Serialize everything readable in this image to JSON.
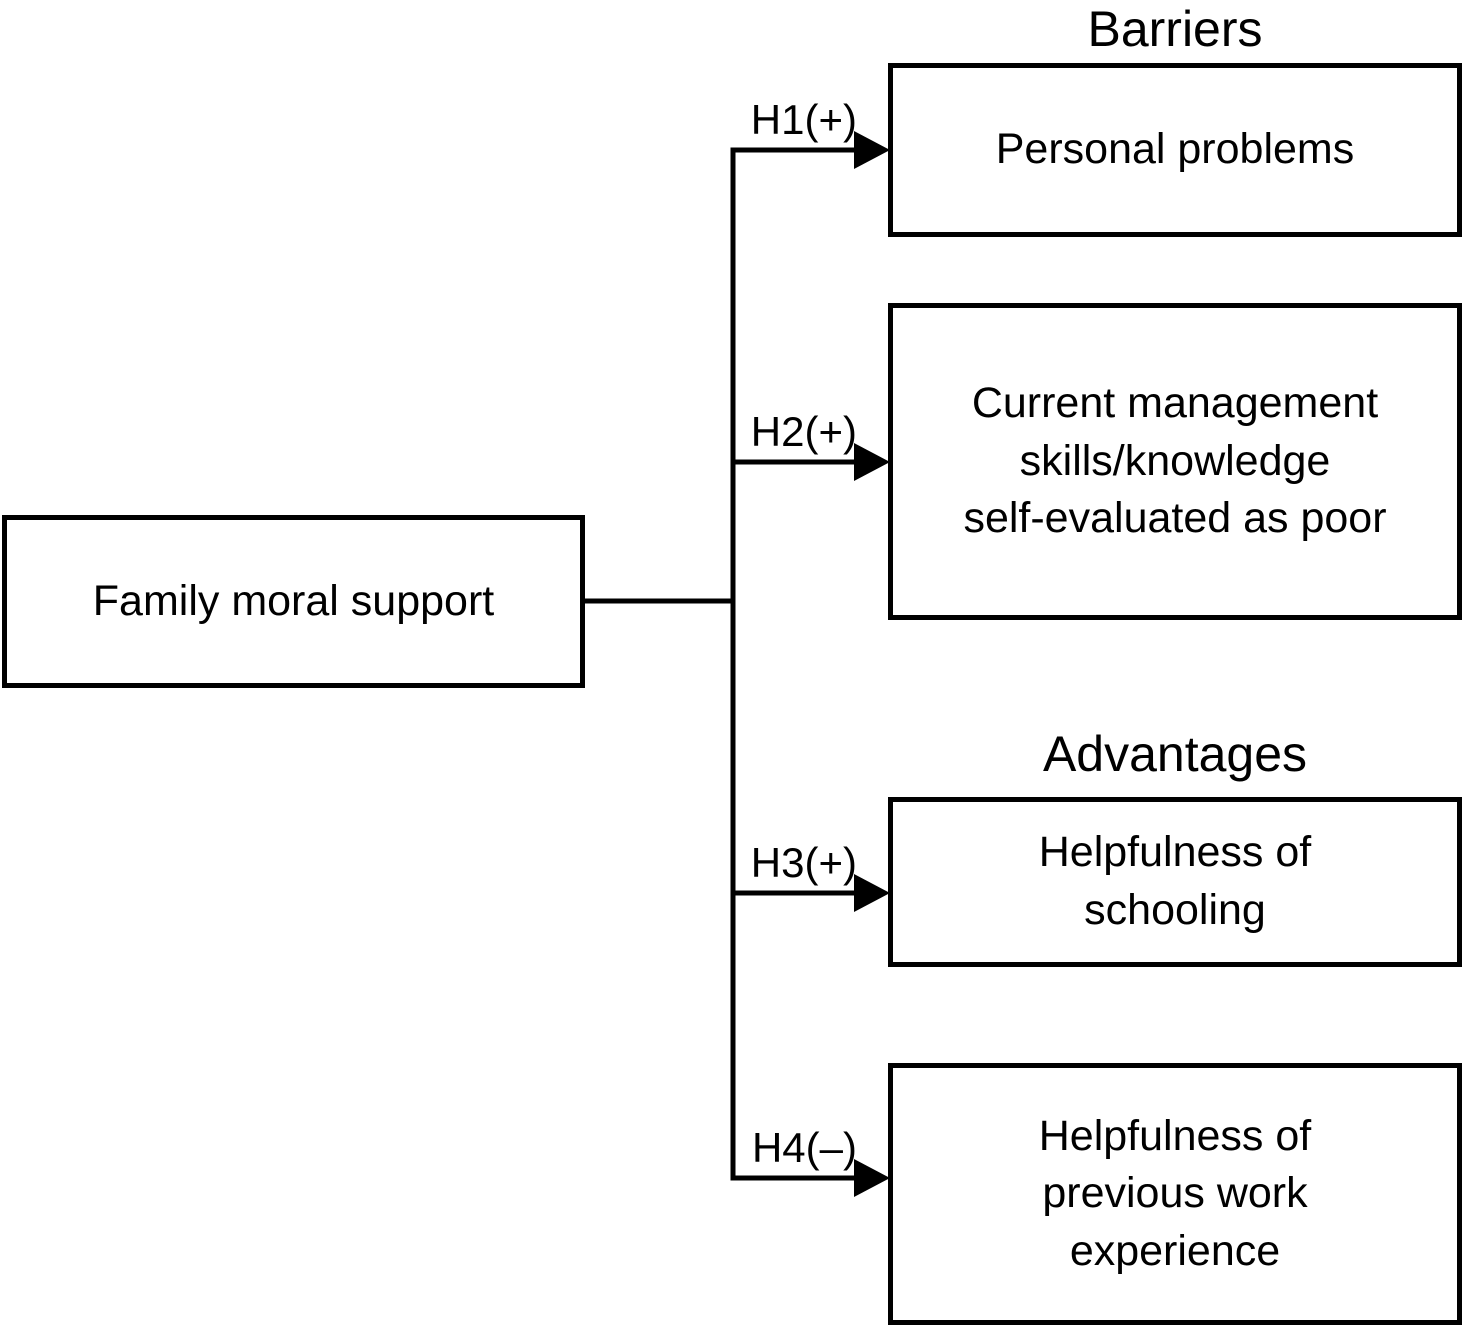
{
  "figure": {
    "type": "hypothesis-path-diagram",
    "colors": {
      "background": "#ffffff",
      "line": "#000000",
      "text": "#000000"
    },
    "source_box": {
      "label": "Family moral support"
    },
    "headings": {
      "barriers": "Barriers",
      "advantages": "Advantages"
    },
    "hypotheses": [
      {
        "label": "H1(+)",
        "target": "Personal problems"
      },
      {
        "label": "H2(+)",
        "target": "Current management\nskills/knowledge\nself-evaluated as poor"
      },
      {
        "label": "H3(+)",
        "target": "Helpfulness of\nschooling"
      },
      {
        "label": "H4(–)",
        "target": "Helpfulness of\nprevious work\nexperience"
      }
    ]
  }
}
